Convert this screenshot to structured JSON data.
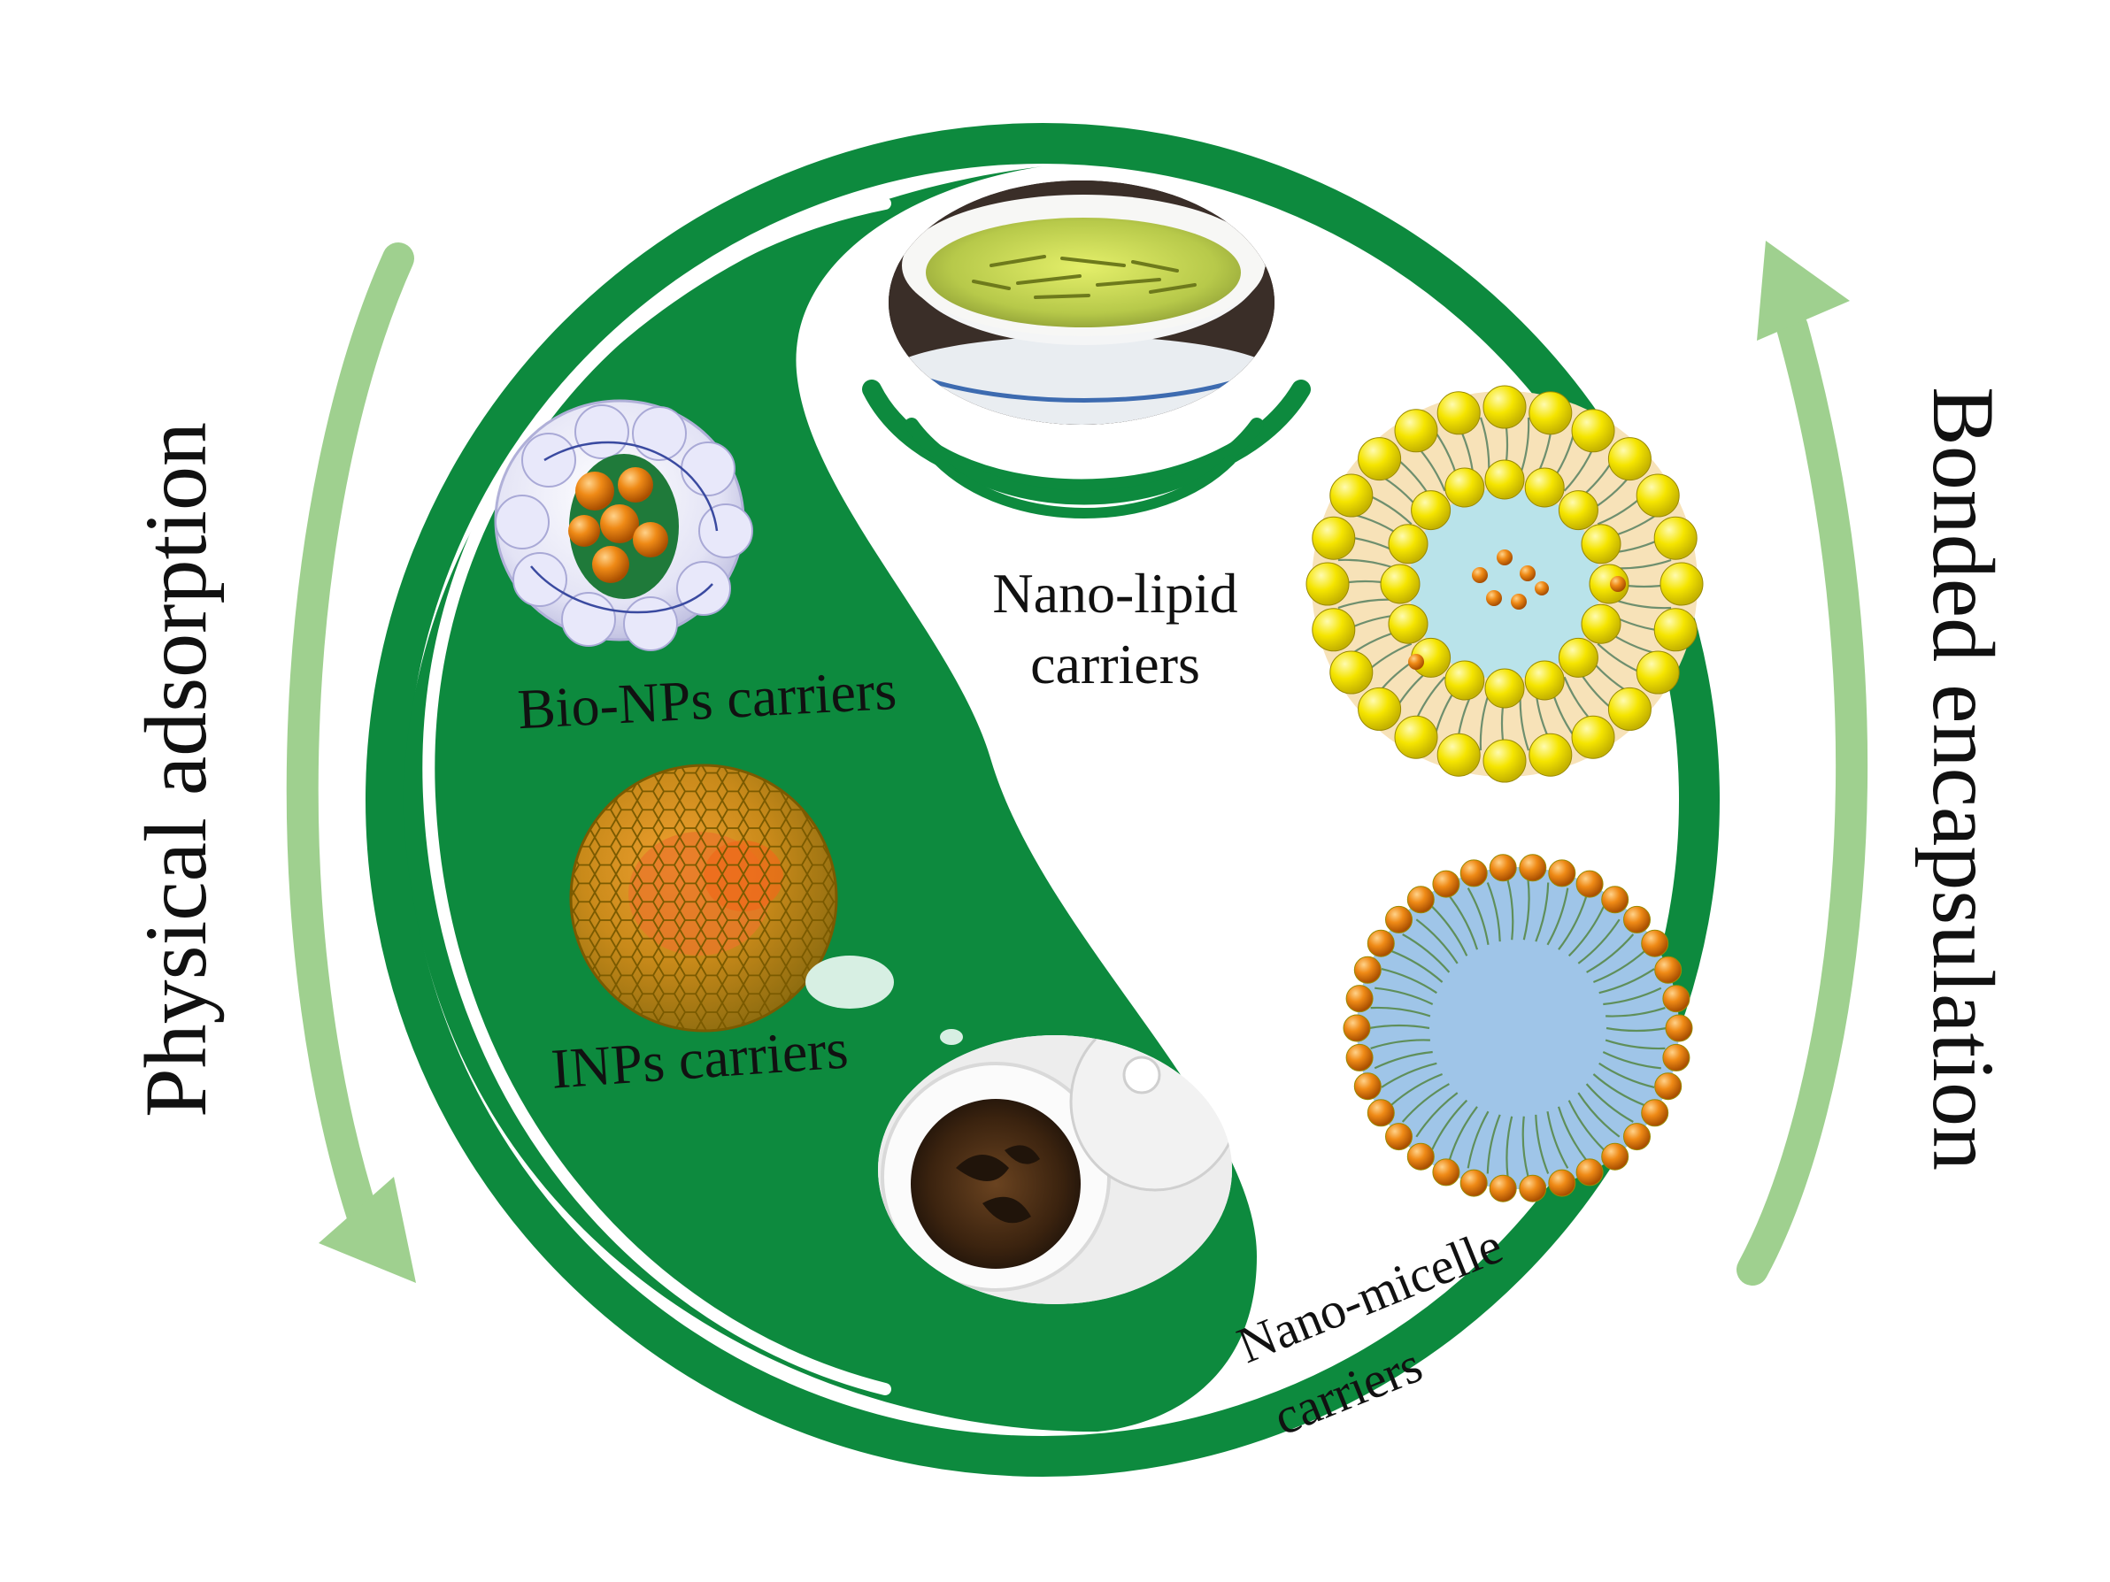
{
  "labels": {
    "physical_adsorption": "Physical adsorption",
    "bonded_encapsulation": "Bonded encapsulation",
    "bio_nps": "Bio-NPs carriers",
    "inps": "INPs carriers",
    "nano_lipid_line1": "Nano-lipid",
    "nano_lipid_line2": "carriers",
    "nano_micelle_line1": "Nano-micelle",
    "nano_micelle_line2": "carriers"
  },
  "icons": {
    "green_tea_bowl": "green-tea-bowl-photo",
    "dark_tea_cup": "dark-tea-cup-photo",
    "cyclodextrin": "cyclodextrin-carrier-icon",
    "inorganic_cage": "inorganic-cage-carrier-icon",
    "liposome": "liposome-icon",
    "micelle": "micelle-icon"
  },
  "colors": {
    "yin_green": "#0d8a3e",
    "arrow_green": "#9fd08f",
    "lipid_yellow": "#f5e500",
    "orange_bead": "#ef8a16",
    "micelle_blue": "#9fc5e8",
    "liposome_core": "#b9e3ea",
    "cage_gold": "#c9a227"
  }
}
